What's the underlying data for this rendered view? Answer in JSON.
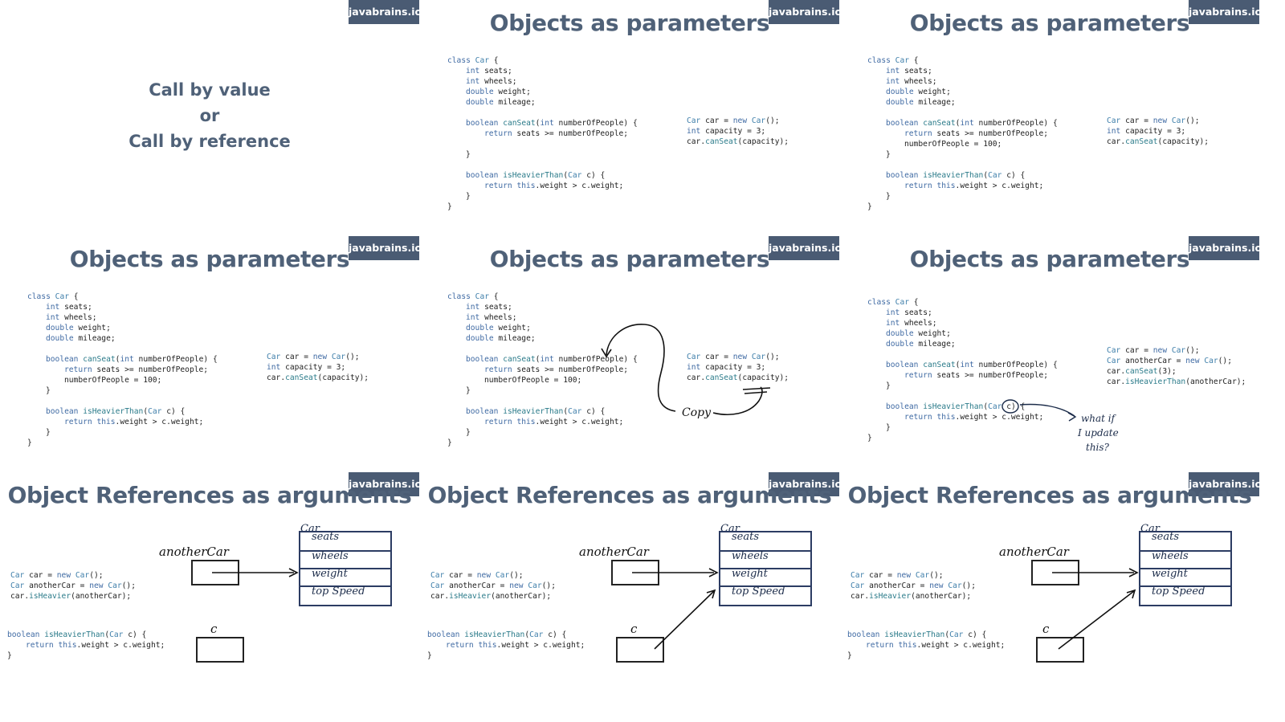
{
  "brand": "javabrains.io",
  "intro": {
    "line1": "Call by value",
    "line2": "or",
    "line3": "Call by reference"
  },
  "titles": {
    "objects_params": "Objects as parameters",
    "object_refs": "Object References as arguments"
  },
  "code": {
    "class_decl": "class Car {",
    "field_seats": "int seats;",
    "field_wheels": "int wheels;",
    "field_weight": "double weight;",
    "field_mileage": "double mileage;",
    "canseat_sig": "boolean canSeat(int numberOfPeople) {",
    "canseat_body": "return seats >= numberOfPeople;",
    "assign_people": "numberOfPeople = 100;",
    "close_brace": "}",
    "heavier_sig": "boolean isHeavierThan(Car c) {",
    "heavier_body": "return this.weight > c.weight;",
    "car_new": "Car car = new Car();",
    "capacity": "int capacity = 3;",
    "canseat_call": "car.canSeat(capacity);",
    "another_new": "Car anotherCar = new Car();",
    "canseat_call3": "car.canSeat(3);",
    "heavier_call_full": "car.isHeavierThan(anotherCar);",
    "heavier_call": "car.isHeavier(anotherCar);"
  },
  "annotations": {
    "copy": "Copy",
    "what_if_1": "what if",
    "what_if_2": "I update",
    "what_if_3": "this?",
    "another_car": "anotherCar",
    "c_label": "c",
    "car_label": "Car",
    "fields": [
      "seats",
      "wheels",
      "weight",
      "top Speed"
    ]
  },
  "colors": {
    "brand_bg": "#4a5b73",
    "title": "#4f6178",
    "keyword": "#3f6aa3",
    "ink": "#1c2c4a"
  }
}
